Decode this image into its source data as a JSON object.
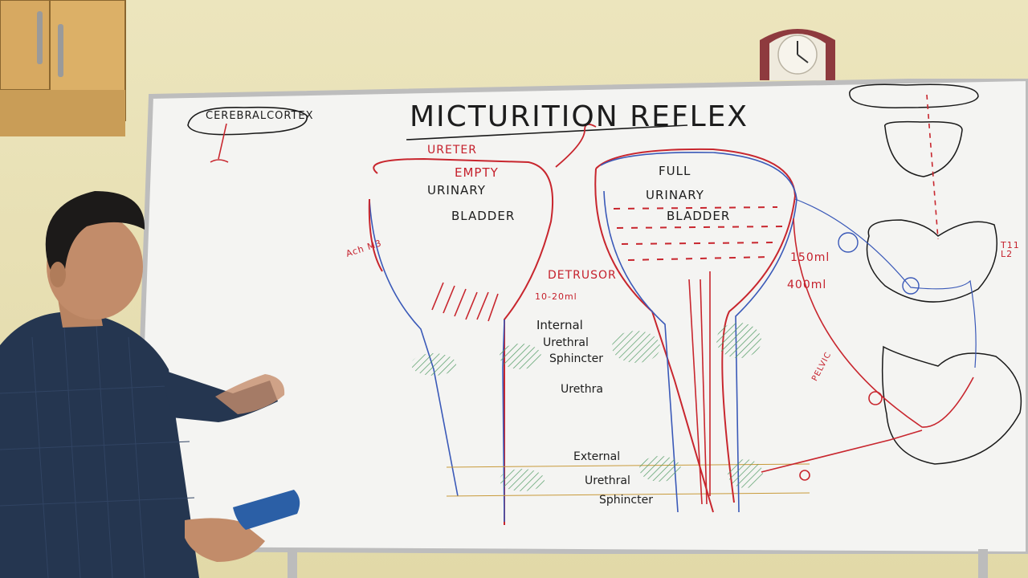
{
  "board": {
    "title": "MICTURITION REFLEX",
    "labels": {
      "cerebral_cortex": "CEREBRALCORTEX",
      "ureter": "URETER",
      "empty_bladder_1": "EMPTY",
      "empty_bladder_2": "URINARY",
      "empty_bladder_3": "BLADDER",
      "full_bladder_1": "FULL",
      "full_bladder_2": "URINARY",
      "full_bladder_3": "BLADDER",
      "detrusor": "DETRUSOR",
      "volume_low": "10-20ml",
      "volume_150": "150ml",
      "volume_400": "400ml",
      "internal_1": "Internal",
      "internal_2": "Urethral",
      "internal_3": "Sphincter",
      "urethra": "Urethra",
      "external_1": "External",
      "external_2": "Urethral",
      "external_3": "Sphincter",
      "pelvic": "PELVIC",
      "ach_m3": "Ach M3",
      "t11_l2": "T11 L2"
    }
  },
  "colors": {
    "wall": "#e6dfb4",
    "board": "#f4f4f2",
    "marker_red": "#c8262e",
    "marker_black": "#1a1a1a",
    "marker_blue": "#3a59b8",
    "marker_green": "#4f9a62",
    "shirt": "#253650"
  }
}
